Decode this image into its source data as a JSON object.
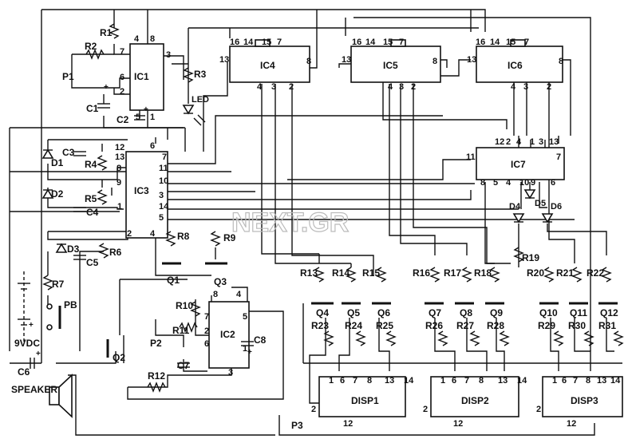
{
  "watermark": "NEXT.GR",
  "components": {
    "ic1": "IC1",
    "ic2": "IC2",
    "ic3": "IC3",
    "ic4": "IC4",
    "ic5": "IC5",
    "ic6": "IC6",
    "ic7": "IC7",
    "disp1": "DISP1",
    "disp2": "DISP2",
    "disp3": "DISP3",
    "r1": "R1",
    "r2": "R2",
    "r3": "R3",
    "r4": "R4",
    "r5": "R5",
    "r6": "R6",
    "r7": "R7",
    "r8": "R8",
    "r9": "R9",
    "r10": "R10",
    "r11": "R11",
    "r12": "R12",
    "r13": "R13",
    "r14": "R14",
    "r15": "R15",
    "r16": "R16",
    "r17": "R17",
    "r18": "R18",
    "r19": "R19",
    "r20": "R20",
    "r21": "R21",
    "r22": "R22",
    "r23": "R23",
    "r24": "R24",
    "r25": "R25",
    "r26": "R26",
    "r27": "R27",
    "r28": "R28",
    "r29": "R29",
    "r30": "R30",
    "r31": "R31",
    "c1": "C1",
    "c2": "C2",
    "c3": "C3",
    "c4": "C4",
    "c5": "C5",
    "c6": "C6",
    "c7": "C7",
    "c8": "C8",
    "d1": "D1",
    "d2": "D2",
    "d3": "D3",
    "d4": "D4",
    "d5": "D5",
    "d6": "D6",
    "q1": "Q1",
    "q2": "Q2",
    "q3": "Q3",
    "q4": "Q4",
    "q5": "Q5",
    "q6": "Q6",
    "q7": "Q7",
    "q8": "Q8",
    "q9": "Q9",
    "q10": "Q10",
    "q11": "Q11",
    "q12": "Q12",
    "p1": "P1",
    "p2": "P2",
    "p3": "P3",
    "led": "LED",
    "pb": "PB",
    "battery": "9VDC",
    "speaker": "SPEAKER",
    "plus1": "+",
    "plus2": "+",
    "plus3": "+",
    "plus4": "+",
    "plus5": "+"
  },
  "pins": [
    "1",
    "2",
    "3",
    "4",
    "5",
    "6",
    "7",
    "8",
    "9",
    "10",
    "11",
    "12",
    "13",
    "14",
    "15",
    "16"
  ]
}
